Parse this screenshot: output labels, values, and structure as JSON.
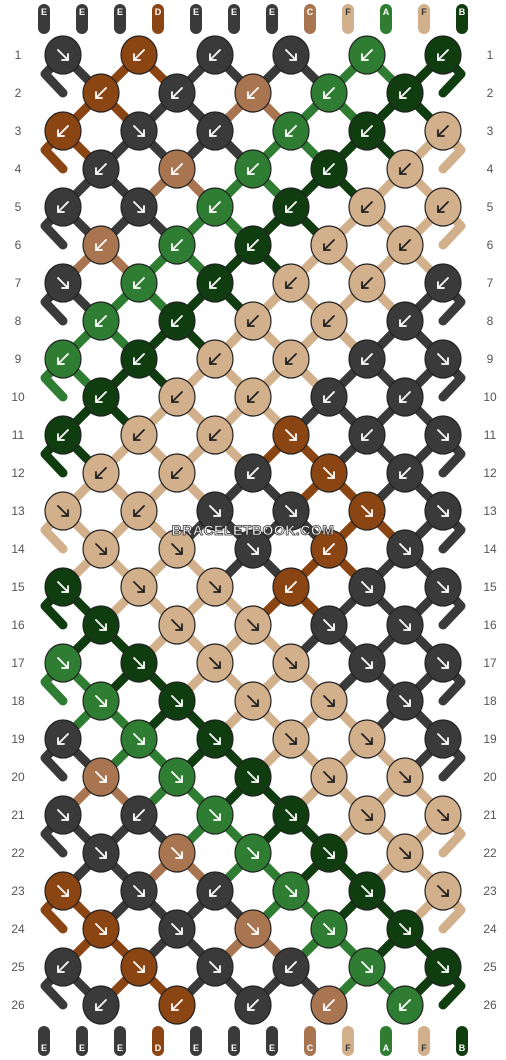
{
  "watermark": "BRACELETBOOK.COM",
  "colors": {
    "E": "#3a3a3a",
    "D": "#8b4513",
    "C": "#a87550",
    "F": "#d2b08c",
    "A": "#2e7d32",
    "B": "#0f3d0f"
  },
  "strings_top": [
    "E",
    "E",
    "E",
    "D",
    "E",
    "E",
    "E",
    "C",
    "F",
    "A",
    "F",
    "B"
  ],
  "strings_bottom": [
    "E",
    "E",
    "E",
    "D",
    "E",
    "E",
    "E",
    "C",
    "F",
    "A",
    "F",
    "B"
  ],
  "rows": [
    {
      "label": "1",
      "knots": [
        {
          "c": "E",
          "a": "br"
        },
        {
          "c": "D",
          "a": "bl"
        },
        {
          "c": "E",
          "a": "bl"
        },
        {
          "c": "E",
          "a": "br"
        },
        {
          "c": "A",
          "a": "bl"
        },
        {
          "c": "B",
          "a": "bl"
        }
      ]
    },
    {
      "label": "2",
      "knots": [
        {
          "c": "D",
          "a": "bl"
        },
        {
          "c": "E",
          "a": "bl"
        },
        {
          "c": "C",
          "a": "bl"
        },
        {
          "c": "A",
          "a": "bl"
        },
        {
          "c": "B",
          "a": "bl"
        }
      ]
    },
    {
      "label": "3",
      "knots": [
        {
          "c": "D",
          "a": "bl"
        },
        {
          "c": "E",
          "a": "br"
        },
        {
          "c": "E",
          "a": "bl"
        },
        {
          "c": "A",
          "a": "bl"
        },
        {
          "c": "B",
          "a": "bl"
        },
        {
          "c": "F",
          "a": "bl"
        }
      ]
    },
    {
      "label": "4",
      "knots": [
        {
          "c": "E",
          "a": "bl"
        },
        {
          "c": "C",
          "a": "bl"
        },
        {
          "c": "A",
          "a": "bl"
        },
        {
          "c": "B",
          "a": "bl"
        },
        {
          "c": "F",
          "a": "bl"
        }
      ]
    },
    {
      "label": "5",
      "knots": [
        {
          "c": "E",
          "a": "bl"
        },
        {
          "c": "E",
          "a": "br"
        },
        {
          "c": "A",
          "a": "bl"
        },
        {
          "c": "B",
          "a": "bl"
        },
        {
          "c": "F",
          "a": "bl"
        },
        {
          "c": "F",
          "a": "bl"
        }
      ]
    },
    {
      "label": "6",
      "knots": [
        {
          "c": "C",
          "a": "bl"
        },
        {
          "c": "A",
          "a": "bl"
        },
        {
          "c": "B",
          "a": "bl"
        },
        {
          "c": "F",
          "a": "bl"
        },
        {
          "c": "F",
          "a": "bl"
        }
      ]
    },
    {
      "label": "7",
      "knots": [
        {
          "c": "E",
          "a": "br"
        },
        {
          "c": "A",
          "a": "bl"
        },
        {
          "c": "B",
          "a": "bl"
        },
        {
          "c": "F",
          "a": "bl"
        },
        {
          "c": "F",
          "a": "bl"
        },
        {
          "c": "E",
          "a": "bl"
        }
      ]
    },
    {
      "label": "8",
      "knots": [
        {
          "c": "A",
          "a": "bl"
        },
        {
          "c": "B",
          "a": "bl"
        },
        {
          "c": "F",
          "a": "bl"
        },
        {
          "c": "F",
          "a": "bl"
        },
        {
          "c": "E",
          "a": "bl"
        }
      ]
    },
    {
      "label": "9",
      "knots": [
        {
          "c": "A",
          "a": "bl"
        },
        {
          "c": "B",
          "a": "bl"
        },
        {
          "c": "F",
          "a": "bl"
        },
        {
          "c": "F",
          "a": "bl"
        },
        {
          "c": "E",
          "a": "bl"
        },
        {
          "c": "E",
          "a": "br"
        }
      ]
    },
    {
      "label": "10",
      "knots": [
        {
          "c": "B",
          "a": "bl"
        },
        {
          "c": "F",
          "a": "bl"
        },
        {
          "c": "F",
          "a": "bl"
        },
        {
          "c": "E",
          "a": "bl"
        },
        {
          "c": "E",
          "a": "bl"
        }
      ]
    },
    {
      "label": "11",
      "knots": [
        {
          "c": "B",
          "a": "bl"
        },
        {
          "c": "F",
          "a": "bl"
        },
        {
          "c": "F",
          "a": "bl"
        },
        {
          "c": "D",
          "a": "br"
        },
        {
          "c": "E",
          "a": "bl"
        },
        {
          "c": "E",
          "a": "br"
        }
      ]
    },
    {
      "label": "12",
      "knots": [
        {
          "c": "F",
          "a": "bl"
        },
        {
          "c": "F",
          "a": "bl"
        },
        {
          "c": "E",
          "a": "bl"
        },
        {
          "c": "D",
          "a": "br"
        },
        {
          "c": "E",
          "a": "bl"
        }
      ]
    },
    {
      "label": "13",
      "knots": [
        {
          "c": "F",
          "a": "br"
        },
        {
          "c": "F",
          "a": "bl"
        },
        {
          "c": "E",
          "a": "br"
        },
        {
          "c": "E",
          "a": "br"
        },
        {
          "c": "D",
          "a": "br"
        },
        {
          "c": "E",
          "a": "br"
        }
      ]
    },
    {
      "label": "14",
      "knots": [
        {
          "c": "F",
          "a": "br"
        },
        {
          "c": "F",
          "a": "br"
        },
        {
          "c": "E",
          "a": "br"
        },
        {
          "c": "D",
          "a": "bl"
        },
        {
          "c": "E",
          "a": "br"
        }
      ]
    },
    {
      "label": "15",
      "knots": [
        {
          "c": "B",
          "a": "br"
        },
        {
          "c": "F",
          "a": "br"
        },
        {
          "c": "F",
          "a": "br"
        },
        {
          "c": "D",
          "a": "bl"
        },
        {
          "c": "E",
          "a": "br"
        },
        {
          "c": "E",
          "a": "br"
        }
      ]
    },
    {
      "label": "16",
      "knots": [
        {
          "c": "B",
          "a": "br"
        },
        {
          "c": "F",
          "a": "br"
        },
        {
          "c": "F",
          "a": "br"
        },
        {
          "c": "E",
          "a": "br"
        },
        {
          "c": "E",
          "a": "br"
        }
      ]
    },
    {
      "label": "17",
      "knots": [
        {
          "c": "A",
          "a": "br"
        },
        {
          "c": "B",
          "a": "br"
        },
        {
          "c": "F",
          "a": "br"
        },
        {
          "c": "F",
          "a": "br"
        },
        {
          "c": "E",
          "a": "br"
        },
        {
          "c": "E",
          "a": "br"
        }
      ]
    },
    {
      "label": "18",
      "knots": [
        {
          "c": "A",
          "a": "br"
        },
        {
          "c": "B",
          "a": "br"
        },
        {
          "c": "F",
          "a": "br"
        },
        {
          "c": "F",
          "a": "br"
        },
        {
          "c": "E",
          "a": "br"
        }
      ]
    },
    {
      "label": "19",
      "knots": [
        {
          "c": "E",
          "a": "bl"
        },
        {
          "c": "A",
          "a": "br"
        },
        {
          "c": "B",
          "a": "br"
        },
        {
          "c": "F",
          "a": "br"
        },
        {
          "c": "F",
          "a": "br"
        },
        {
          "c": "E",
          "a": "br"
        }
      ]
    },
    {
      "label": "20",
      "knots": [
        {
          "c": "C",
          "a": "br"
        },
        {
          "c": "A",
          "a": "br"
        },
        {
          "c": "B",
          "a": "br"
        },
        {
          "c": "F",
          "a": "br"
        },
        {
          "c": "F",
          "a": "br"
        }
      ]
    },
    {
      "label": "21",
      "knots": [
        {
          "c": "E",
          "a": "br"
        },
        {
          "c": "E",
          "a": "bl"
        },
        {
          "c": "A",
          "a": "br"
        },
        {
          "c": "B",
          "a": "br"
        },
        {
          "c": "F",
          "a": "br"
        },
        {
          "c": "F",
          "a": "br"
        }
      ]
    },
    {
      "label": "22",
      "knots": [
        {
          "c": "E",
          "a": "br"
        },
        {
          "c": "C",
          "a": "br"
        },
        {
          "c": "A",
          "a": "br"
        },
        {
          "c": "B",
          "a": "br"
        },
        {
          "c": "F",
          "a": "br"
        }
      ]
    },
    {
      "label": "23",
      "knots": [
        {
          "c": "D",
          "a": "br"
        },
        {
          "c": "E",
          "a": "br"
        },
        {
          "c": "E",
          "a": "bl"
        },
        {
          "c": "A",
          "a": "br"
        },
        {
          "c": "B",
          "a": "br"
        },
        {
          "c": "F",
          "a": "br"
        }
      ]
    },
    {
      "label": "24",
      "knots": [
        {
          "c": "D",
          "a": "br"
        },
        {
          "c": "E",
          "a": "br"
        },
        {
          "c": "C",
          "a": "br"
        },
        {
          "c": "A",
          "a": "br"
        },
        {
          "c": "B",
          "a": "br"
        }
      ]
    },
    {
      "label": "25",
      "knots": [
        {
          "c": "E",
          "a": "bl"
        },
        {
          "c": "D",
          "a": "br"
        },
        {
          "c": "E",
          "a": "br"
        },
        {
          "c": "E",
          "a": "bl"
        },
        {
          "c": "A",
          "a": "br"
        },
        {
          "c": "B",
          "a": "br"
        }
      ]
    },
    {
      "label": "26",
      "knots": [
        {
          "c": "E",
          "a": "rbl"
        },
        {
          "c": "D",
          "a": "bl"
        },
        {
          "c": "E",
          "a": "rbl"
        },
        {
          "c": "C",
          "a": "bl"
        },
        {
          "c": "A",
          "a": "rbl"
        }
      ]
    }
  ]
}
